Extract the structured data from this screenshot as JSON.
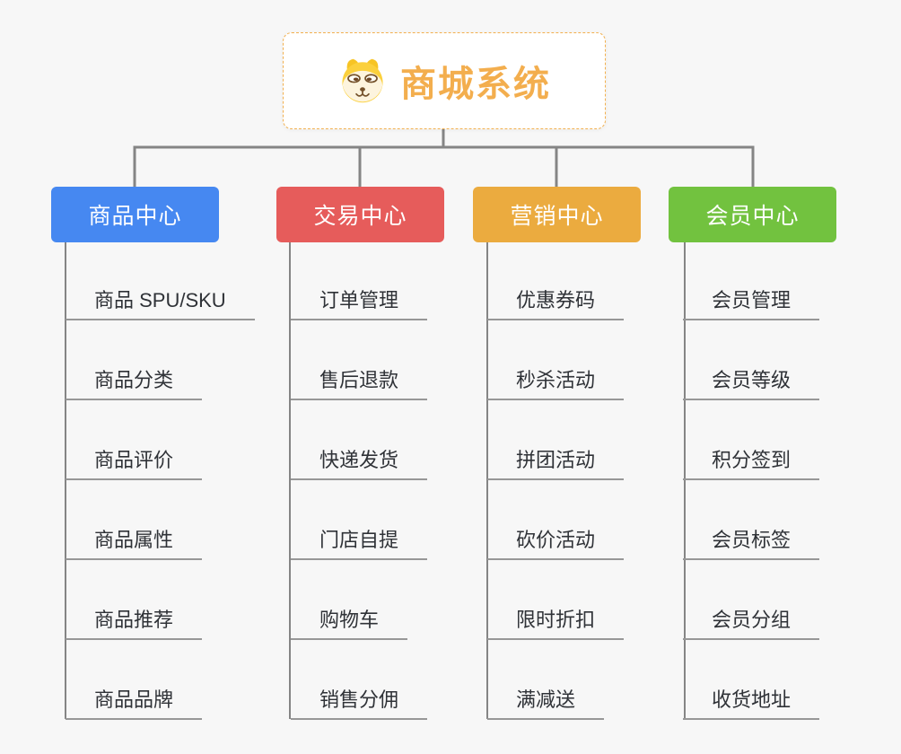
{
  "root": {
    "title": "商城系统",
    "icon": "doge-icon",
    "text_color": "#f3ae4e",
    "border_color": "#f2b04f",
    "background": "#ffffff"
  },
  "branches": [
    {
      "label": "商品中心",
      "color": "#4688f1",
      "items": [
        "商品 SPU/SKU",
        "商品分类",
        "商品评价",
        "商品属性",
        "商品推荐",
        "商品品牌"
      ]
    },
    {
      "label": "交易中心",
      "color": "#e65c5b",
      "items": [
        "订单管理",
        "售后退款",
        "快递发货",
        "门店自提",
        "购物车",
        "销售分佣"
      ]
    },
    {
      "label": "营销中心",
      "color": "#ebab3f",
      "items": [
        "优惠券码",
        "秒杀活动",
        "拼团活动",
        "砍价活动",
        "限时折扣",
        "满减送"
      ]
    },
    {
      "label": "会员中心",
      "color": "#72c23f",
      "items": [
        "会员管理",
        "会员等级",
        "积分签到",
        "会员标签",
        "会员分组",
        "收货地址"
      ]
    }
  ],
  "colors": {
    "connector": "#858585",
    "item_line": "#979797",
    "item_text": "#2f3237",
    "page_background": "#f7f7f7"
  }
}
